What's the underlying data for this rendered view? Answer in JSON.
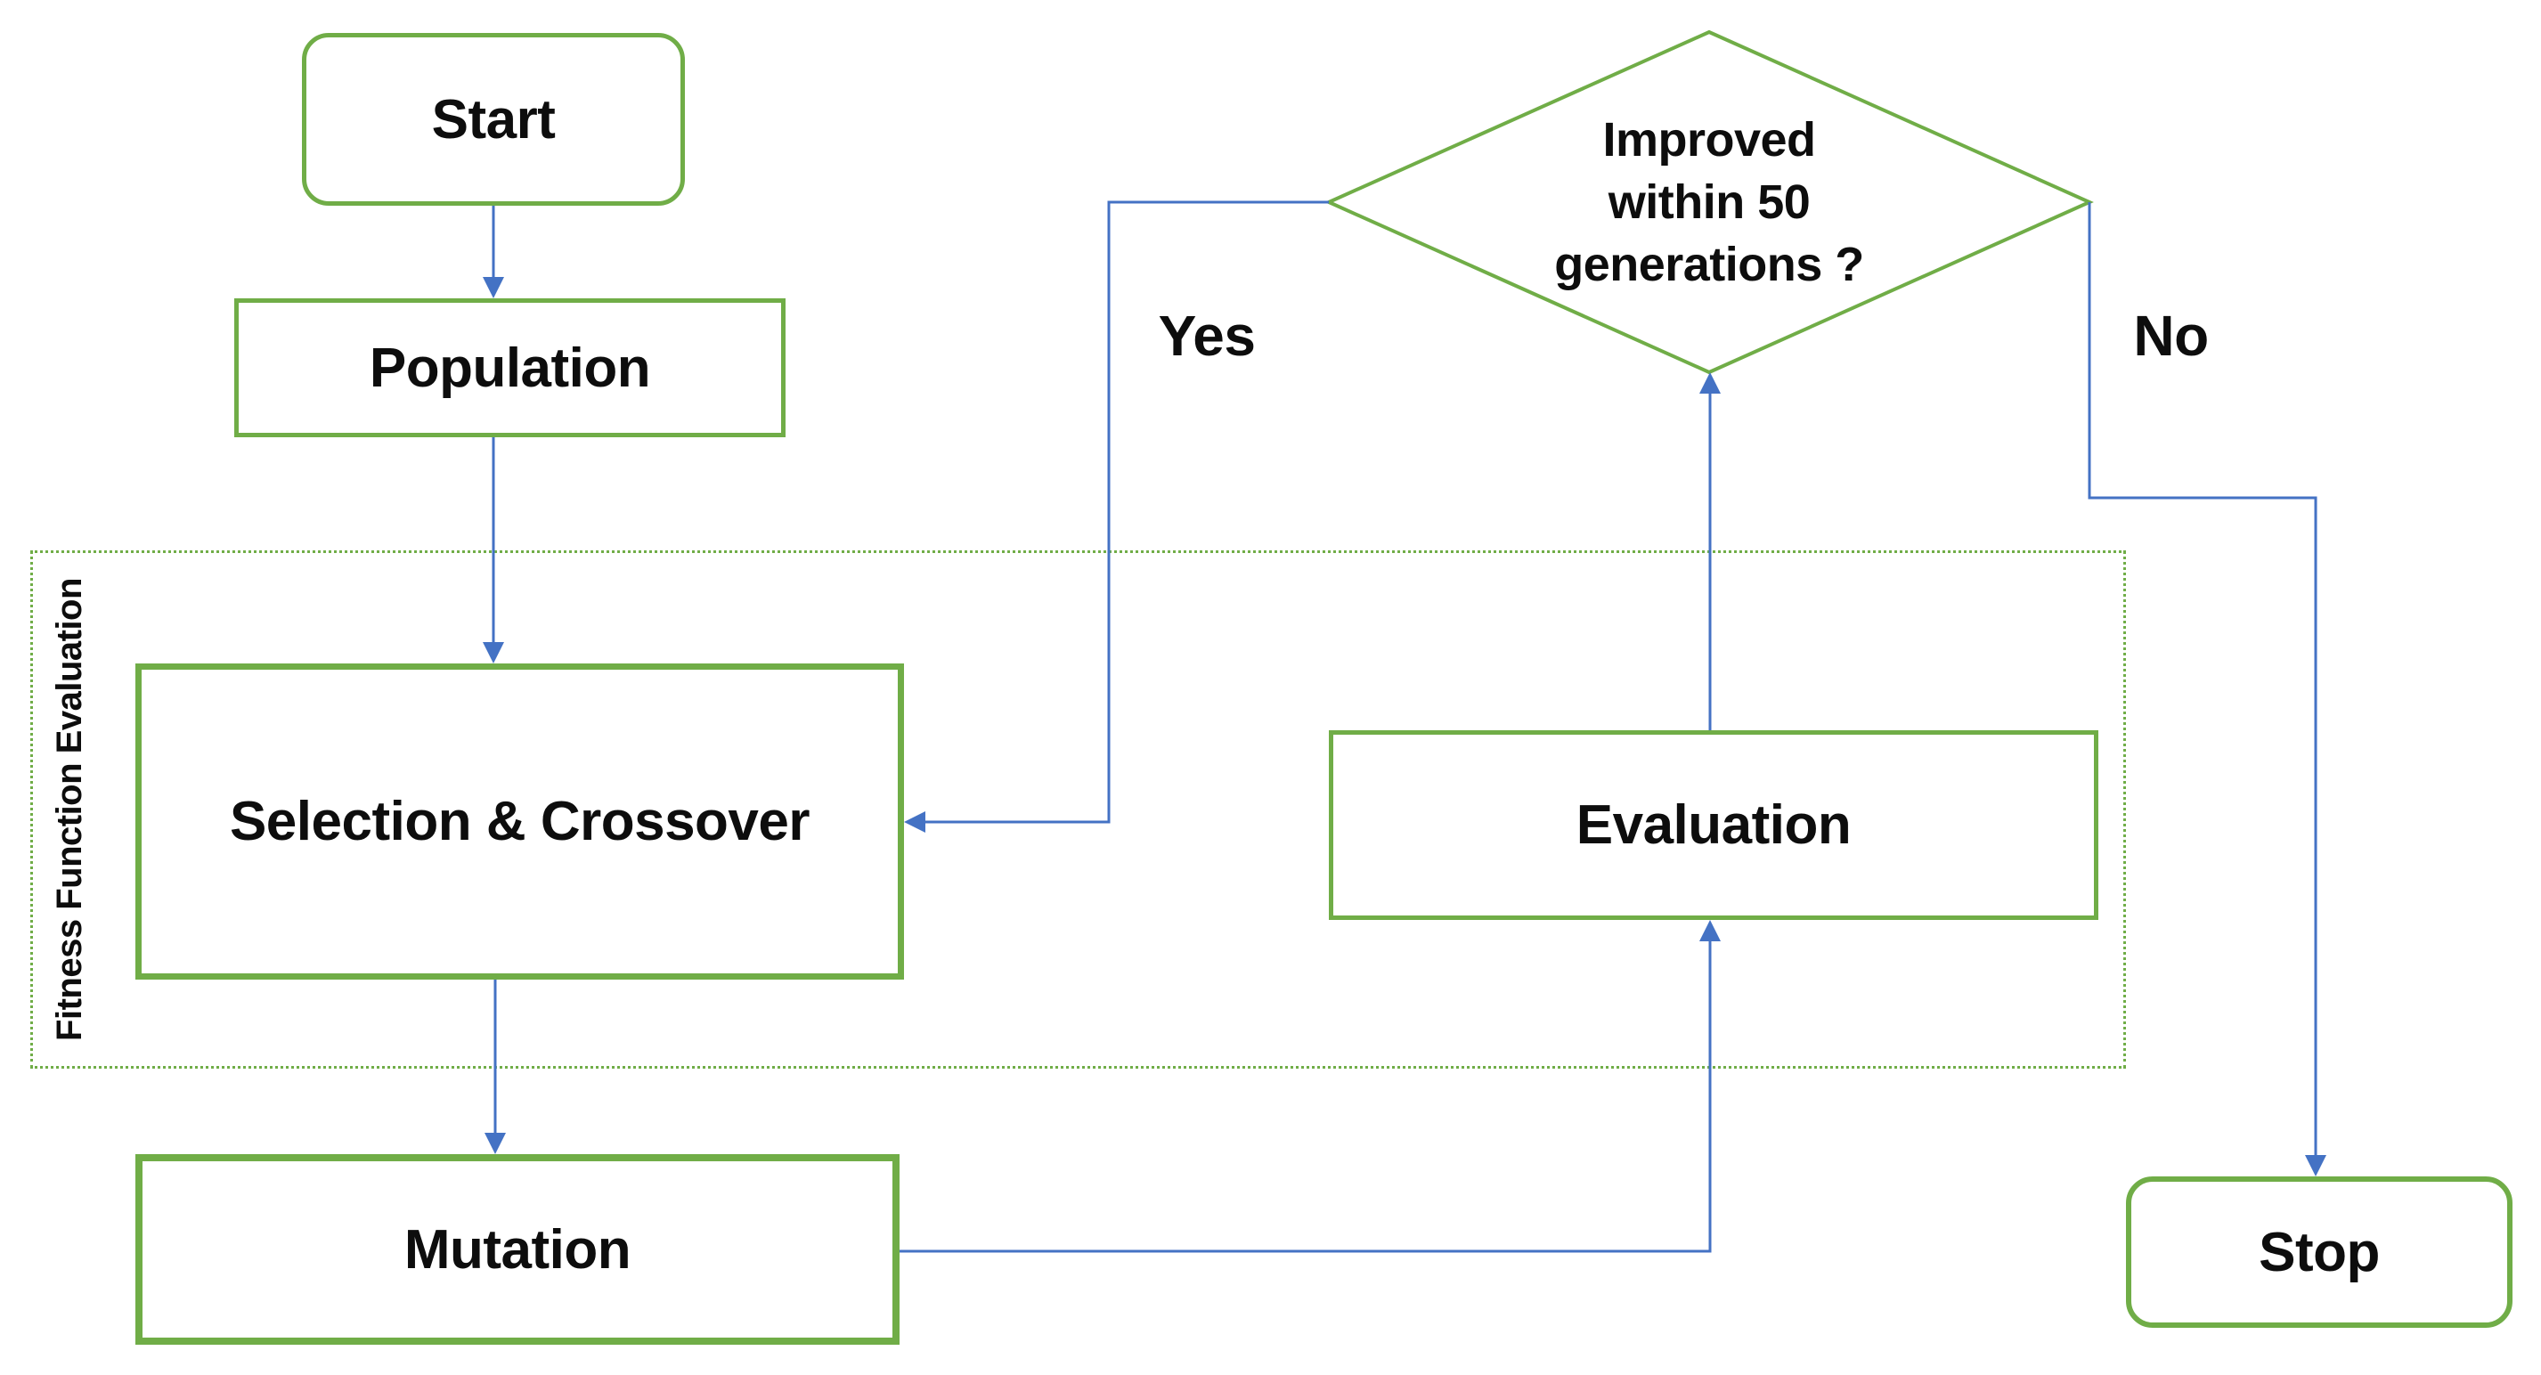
{
  "diagram": {
    "type": "flowchart",
    "background": "#ffffff",
    "shape_border_color": "#70ad47",
    "connector_color": "#4472c4",
    "text_color": "#0d0d0d"
  },
  "nodes": {
    "start": "Start",
    "population": "Population",
    "selection_crossover": "Selection & Crossover",
    "mutation": "Mutation",
    "evaluation": "Evaluation",
    "stop": "Stop",
    "decision": {
      "label": "Improved within 50 generations ?",
      "lines": [
        "Improved",
        "within 50",
        "generations ?"
      ]
    }
  },
  "container": {
    "label": "Fitness Function Evaluation",
    "contains": [
      "selection_crossover",
      "evaluation"
    ]
  },
  "edges": [
    {
      "from": "start",
      "to": "population",
      "label": ""
    },
    {
      "from": "population",
      "to": "selection_crossover",
      "label": ""
    },
    {
      "from": "selection_crossover",
      "to": "mutation",
      "label": ""
    },
    {
      "from": "mutation",
      "to": "evaluation",
      "label": ""
    },
    {
      "from": "evaluation",
      "to": "decision",
      "label": ""
    },
    {
      "from": "decision",
      "to": "selection_crossover",
      "label": "Yes"
    },
    {
      "from": "decision",
      "to": "stop",
      "label": "No"
    }
  ]
}
